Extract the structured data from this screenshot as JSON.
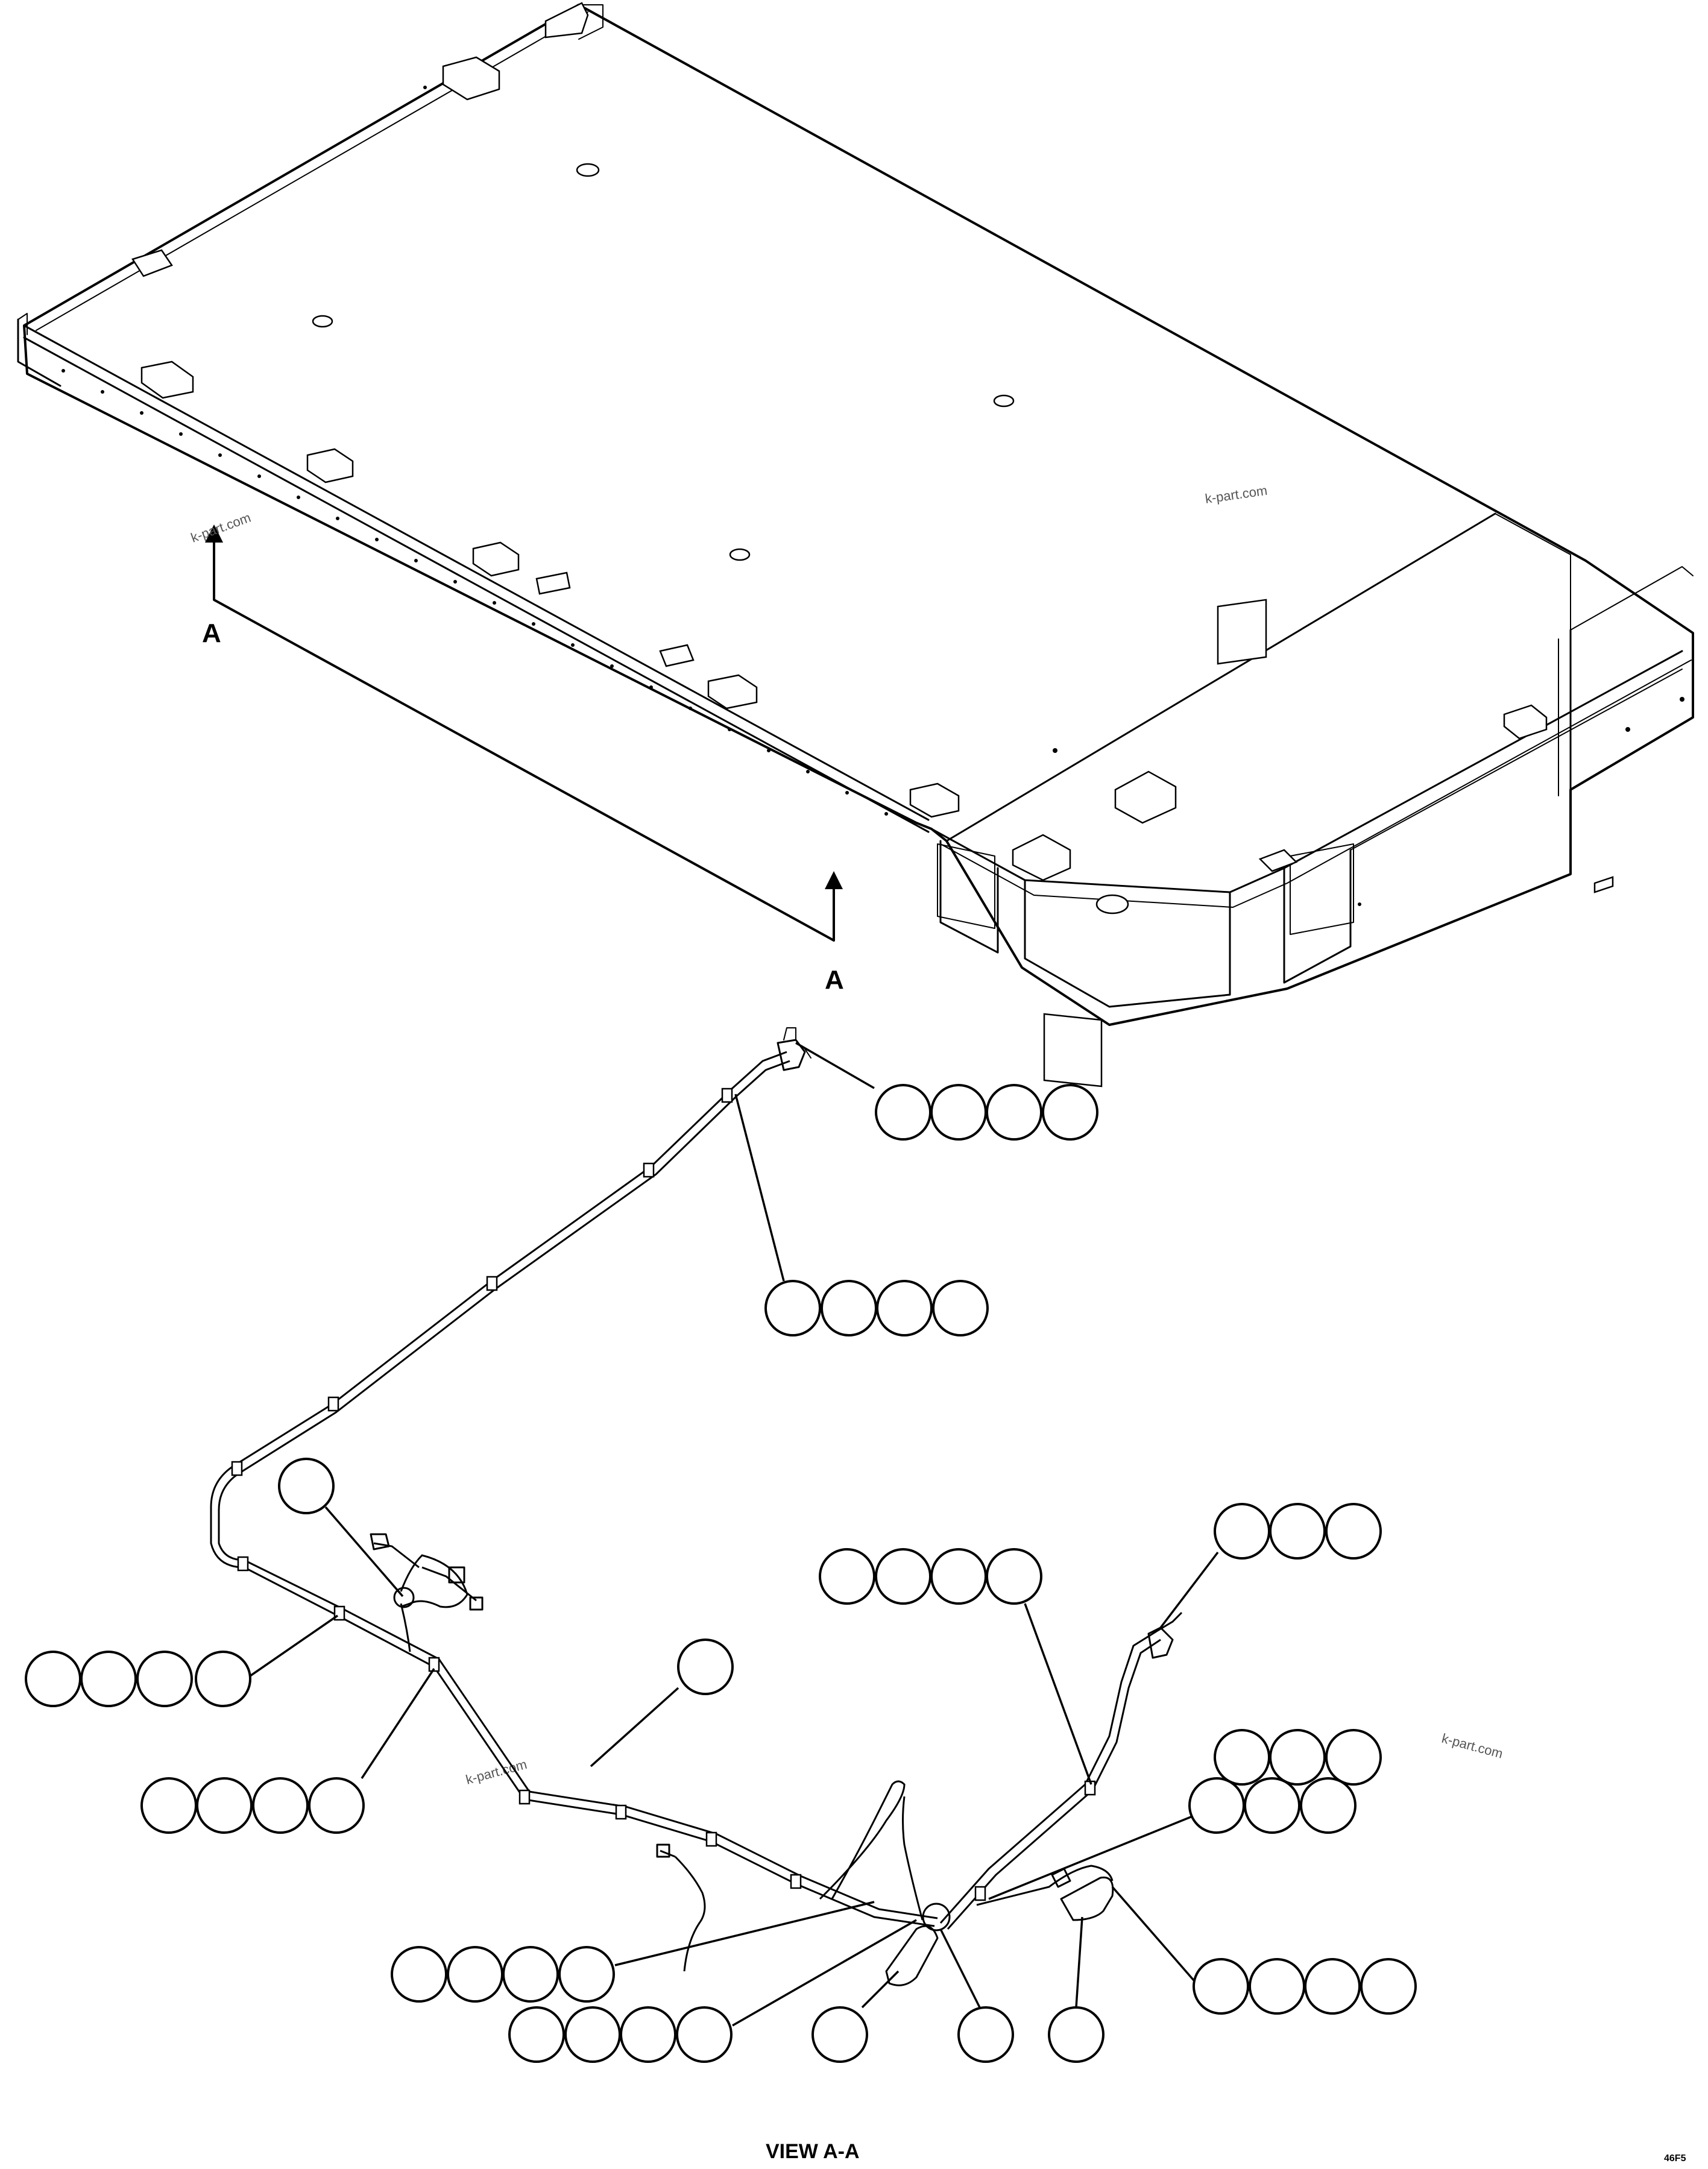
{
  "labels": {
    "section_mark_left": "A",
    "section_mark_right": "A",
    "view_caption": "VIEW A-A",
    "drawing_id": "46F5"
  },
  "watermarks": [
    "k-part.com",
    "k-part.com",
    "k-part.com",
    "k-part.com"
  ],
  "callout_groups": [
    {
      "bubbles": 4
    },
    {
      "bubbles": 4
    },
    {
      "bubbles": 1
    },
    {
      "bubbles": 4
    },
    {
      "bubbles": 4
    },
    {
      "bubbles": 1
    },
    {
      "bubbles": 4
    },
    {
      "bubbles": 3
    },
    {
      "bubbles": 3
    },
    {
      "bubbles": 3
    },
    {
      "bubbles": 4
    },
    {
      "bubbles": 4
    },
    {
      "bubbles": 4
    },
    {
      "bubbles": 1
    },
    {
      "bubbles": 1
    },
    {
      "bubbles": 1
    }
  ]
}
